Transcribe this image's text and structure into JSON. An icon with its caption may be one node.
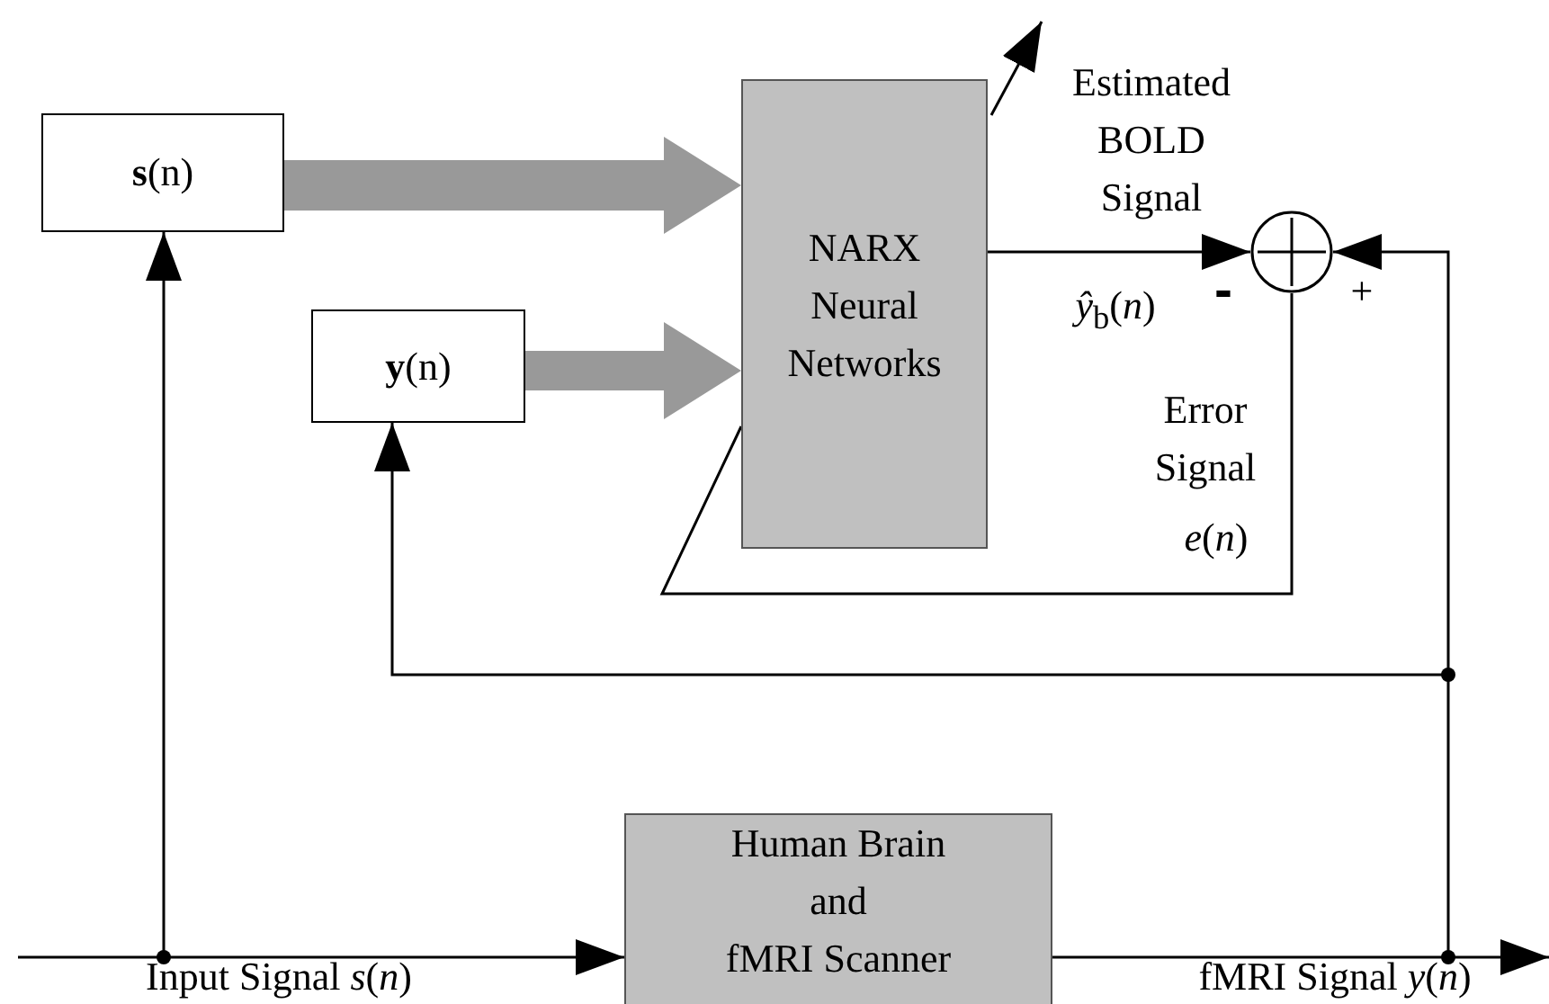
{
  "diagram": {
    "nodes": [
      {
        "text": [
          "**s**(n)"
        ]
      },
      {
        "text": [
          "**y**(n)"
        ]
      },
      {
        "text": [
          "NARX Neural Networks"
        ]
      },
      {
        "text": [],
        "shape": "circle"
      },
      {
        "text": [
          "Human Brain and fMRI Scanner"
        ]
      },
      {
        "text": [],
        "shape": "dot"
      },
      {
        "text": [],
        "shape": "dot"
      },
      {
        "text": [],
        "shape": "dot"
      }
    ],
    "edges": [
      {
        "from": null,
        "to": 4,
        "arrow": "to"
      },
      {
        "from": 5,
        "to": 0,
        "arrow": "to"
      },
      {
        "from": 4,
        "to": null,
        "arrow": "to"
      },
      {
        "from": 6,
        "to": 7,
        "arrow": "none"
      },
      {
        "from": 7,
        "to": 3,
        "arrow": "to"
      },
      {
        "from": 7,
        "to": 1,
        "arrow": "to"
      },
      {
        "from": 0,
        "to": 2,
        "arrow": "to",
        "style": "thick",
        "color": "#999999"
      },
      {
        "from": 1,
        "to": 2,
        "arrow": "to",
        "style": "thick",
        "color": "#999999"
      },
      {
        "from": 2,
        "to": 3,
        "arrow": "to"
      },
      {
        "from": 3,
        "to": 2,
        "arrow": "none"
      }
    ],
    "labels": [
      "Estimated BOLD Signal",
      "*ŷ*$_{b}$(*n*)",
      "-",
      "+",
      "Error Signal",
      "*e*(*n*)",
      "Input Signal *s*(*n*)",
      "fMRI Signal *y*(*n*)"
    ]
  }
}
